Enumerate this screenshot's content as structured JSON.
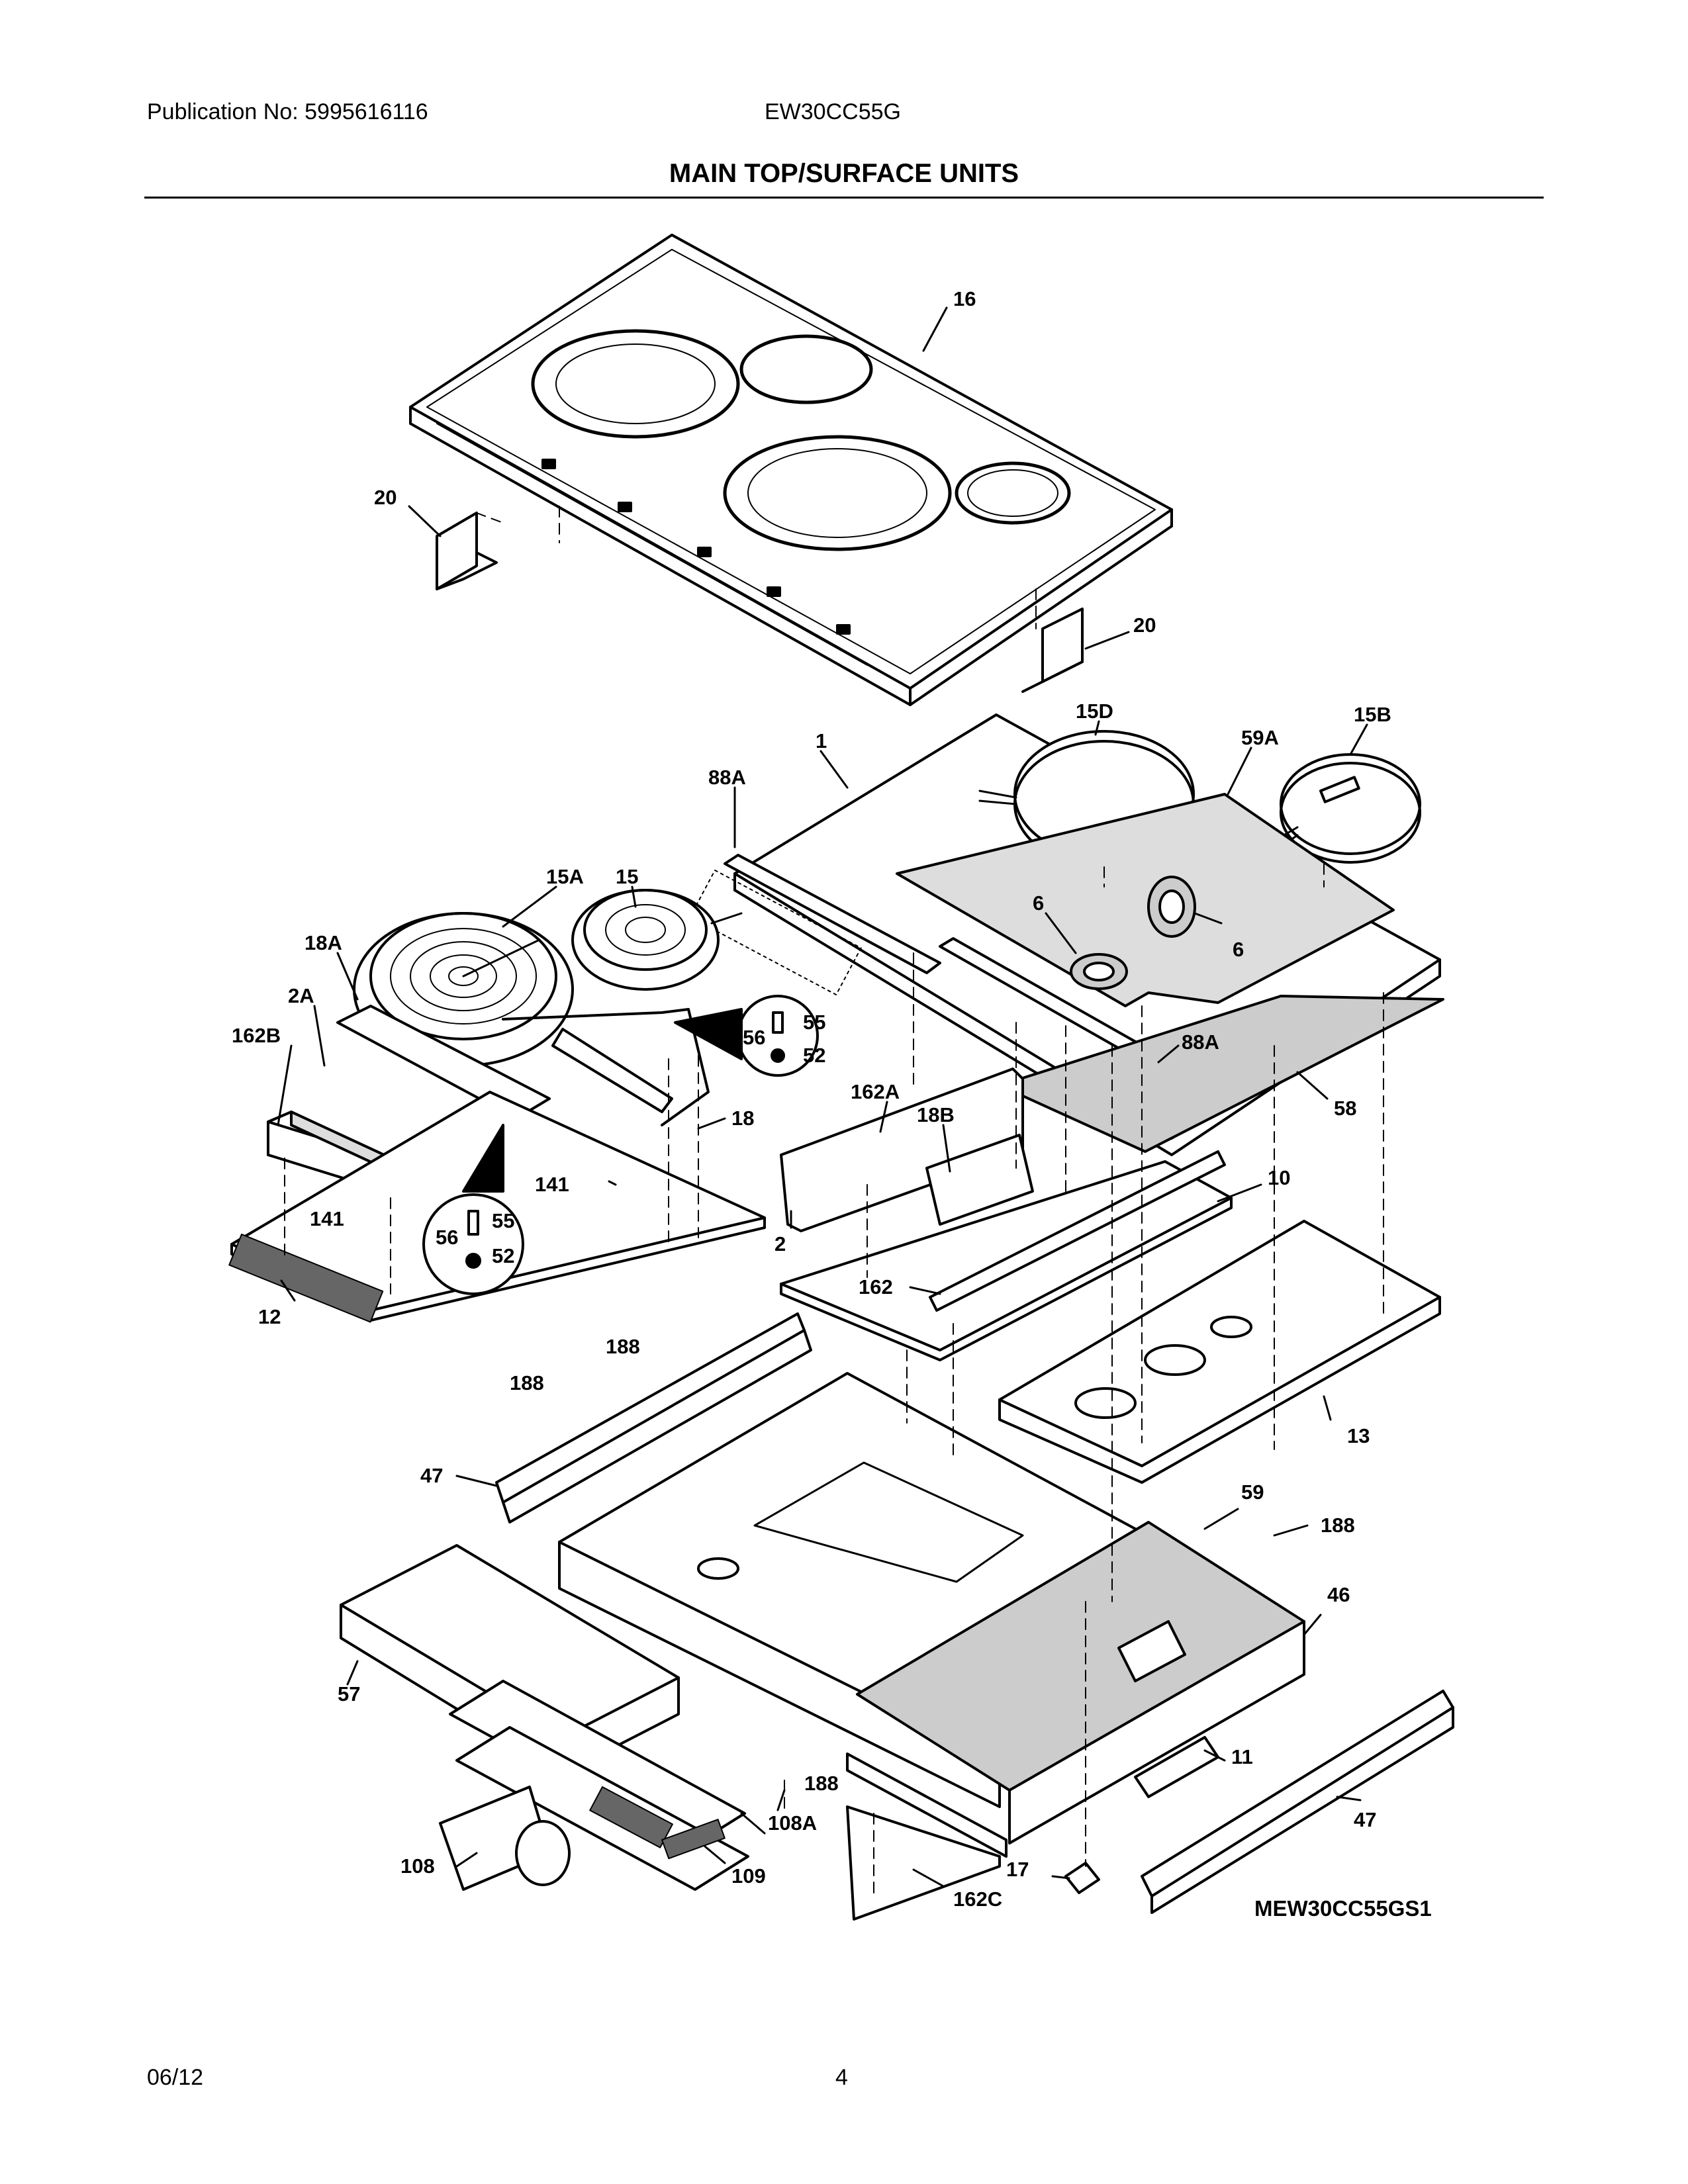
{
  "header": {
    "publication": "Publication No: 5995616116",
    "model": "EW30CC55G"
  },
  "title": "MAIN TOP/SURFACE UNITS",
  "diagram": {
    "reference": "MEW30CC55GS1",
    "labels": {
      "l16": "16",
      "l20a": "20",
      "l20b": "20",
      "l15d": "15D",
      "l15b": "15B",
      "l59a": "59A",
      "l1": "1",
      "l88a_top": "88A",
      "l6a": "6",
      "l6b": "6",
      "l88a_bottom": "88A",
      "l58": "58",
      "l15a": "15A",
      "l15": "15",
      "l18a": "18A",
      "l2a": "2A",
      "l162b": "162B",
      "l55_top": "55",
      "l56_top": "56",
      "l52_top": "52",
      "l162a": "162A",
      "l18b": "18B",
      "l18": "18",
      "l141_right": "141",
      "l141_left": "141",
      "l55_bottom": "55",
      "l56_bottom": "56",
      "l52_bottom": "52",
      "l10": "10",
      "l2": "2",
      "l12": "12",
      "l162": "162",
      "l188_a": "188",
      "l188_b": "188",
      "l47_left": "47",
      "l13": "13",
      "l59": "59",
      "l188_c": "188",
      "l46": "46",
      "l57": "57",
      "l11": "11",
      "l188_d": "188",
      "l108a": "108A",
      "l47_right": "47",
      "l17": "17",
      "l108": "108",
      "l109": "109",
      "l162c": "162C"
    }
  },
  "footer": {
    "date": "06/12",
    "page": "4"
  }
}
